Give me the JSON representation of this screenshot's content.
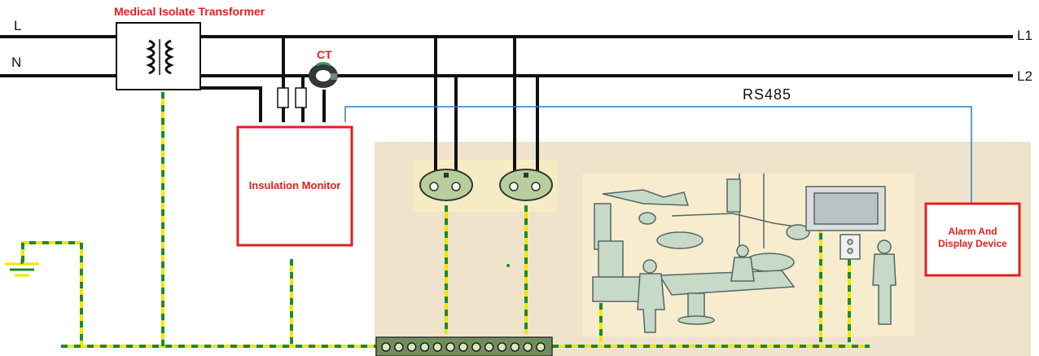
{
  "labels": {
    "line_l": "L",
    "line_n": "N",
    "line_l1": "L1",
    "line_l2": "L2",
    "transformer": "Medical Isolate Transformer",
    "ct": "CT",
    "insulation_monitor": "Insulation Monitor",
    "rs485": "RS485",
    "alarm_line1": "Alarm And",
    "alarm_line2": "Display Device"
  },
  "colors": {
    "wire": "#111111",
    "ground_yellow": "#f2e600",
    "ground_green": "#1e8a2a",
    "box_red": "#e02020",
    "rs485_blue": "#2f7fc0",
    "room_bg": "#efe3cc",
    "socket_bg": "#f6ecc4",
    "socket_fill": "#b7cf9c",
    "illustration_bg": "#f7eccd",
    "busbar": "#6f8f5a"
  },
  "busbar": {
    "terminal_count": 13
  }
}
